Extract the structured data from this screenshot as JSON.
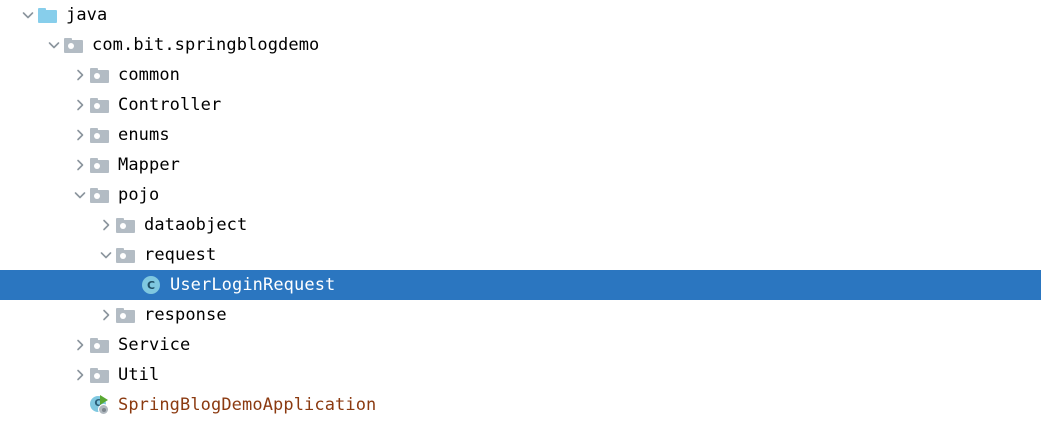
{
  "view": {
    "name": "project-tree",
    "background": "#ffffff",
    "selection_color": "#2b76c0",
    "text_color": "#000000",
    "selected_text_color": "#ffffff",
    "app_class_text_color": "#8b3a10",
    "source_folder_color": "#87ceeb",
    "package_folder_color": "#b3bcc4",
    "class_icon_color": "#7fc8e0",
    "run_arrow_color": "#59a832"
  },
  "rows": [
    {
      "label": "java",
      "depth": 0,
      "toggle": "expanded",
      "icon": "source-folder-icon",
      "selected": false
    },
    {
      "label": "com.bit.springblogdemo",
      "depth": 1,
      "toggle": "expanded",
      "icon": "package-folder-icon",
      "selected": false
    },
    {
      "label": "common",
      "depth": 2,
      "toggle": "collapsed",
      "icon": "package-folder-icon",
      "selected": false
    },
    {
      "label": "Controller",
      "depth": 2,
      "toggle": "collapsed",
      "icon": "package-folder-icon",
      "selected": false
    },
    {
      "label": "enums",
      "depth": 2,
      "toggle": "collapsed",
      "icon": "package-folder-icon",
      "selected": false
    },
    {
      "label": "Mapper",
      "depth": 2,
      "toggle": "collapsed",
      "icon": "package-folder-icon",
      "selected": false
    },
    {
      "label": "pojo",
      "depth": 2,
      "toggle": "expanded",
      "icon": "package-folder-icon",
      "selected": false
    },
    {
      "label": "dataobject",
      "depth": 3,
      "toggle": "collapsed",
      "icon": "package-folder-icon",
      "selected": false
    },
    {
      "label": "request",
      "depth": 3,
      "toggle": "expanded",
      "icon": "package-folder-icon",
      "selected": false
    },
    {
      "label": "UserLoginRequest",
      "depth": 4,
      "toggle": "none",
      "icon": "java-class-icon",
      "icon_letter": "C",
      "selected": true
    },
    {
      "label": "response",
      "depth": 3,
      "toggle": "collapsed",
      "icon": "package-folder-icon",
      "selected": false
    },
    {
      "label": "Service",
      "depth": 2,
      "toggle": "collapsed",
      "icon": "package-folder-icon",
      "selected": false
    },
    {
      "label": "Util",
      "depth": 2,
      "toggle": "collapsed",
      "icon": "package-folder-icon",
      "selected": false
    },
    {
      "label": "SpringBlogDemoApplication",
      "depth": 2,
      "toggle": "none",
      "icon": "spring-boot-application-icon",
      "icon_letter": "C",
      "selected": false,
      "app_class": true
    }
  ]
}
